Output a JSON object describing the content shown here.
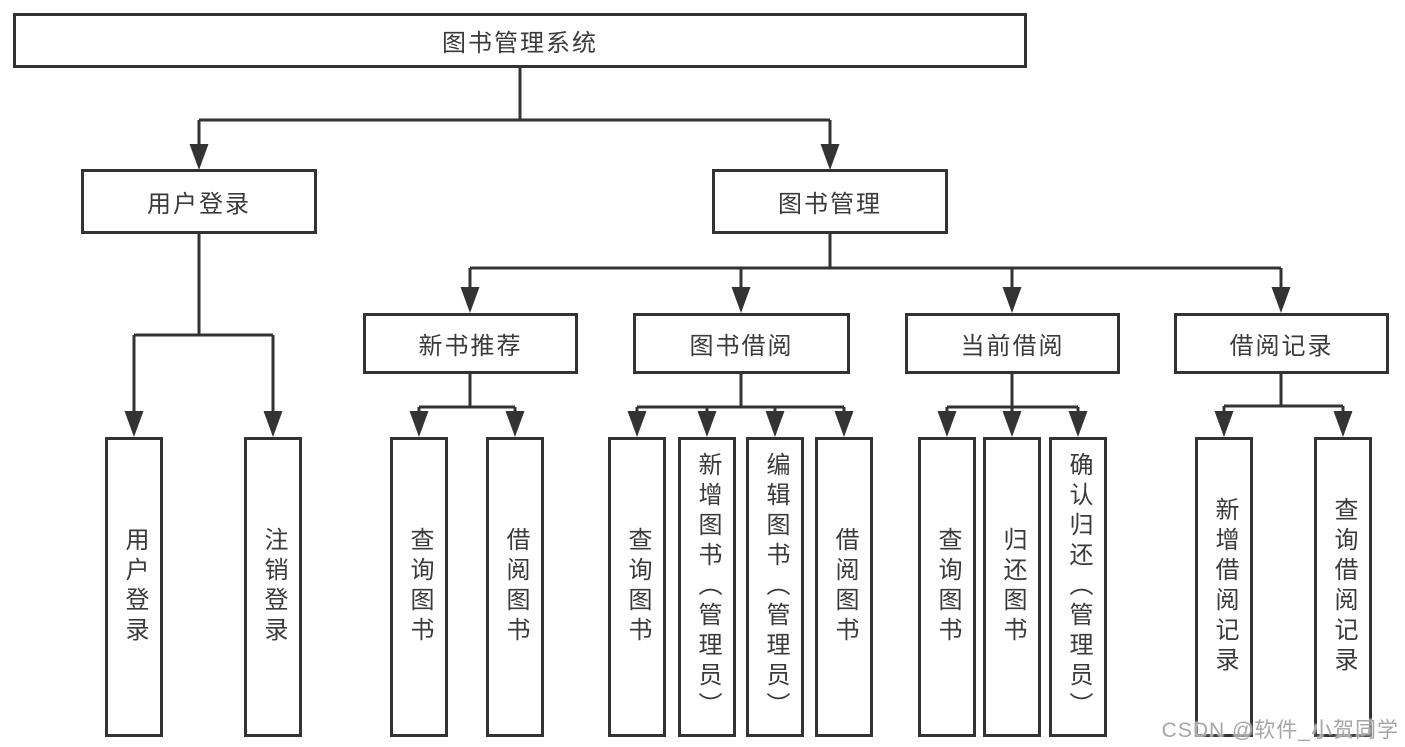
{
  "colors": {
    "line": "#333333",
    "box_border": "#333333",
    "text": "#3a3a3a",
    "background": "#ffffff",
    "watermark": "#a6a6a6"
  },
  "watermark": "CSDN @软件_小贺同学",
  "tree": {
    "label": "图书管理系统",
    "children": [
      {
        "label": "用户登录",
        "children": [
          {
            "label": "用户登录"
          },
          {
            "label": "注销登录"
          }
        ]
      },
      {
        "label": "图书管理",
        "children": [
          {
            "label": "新书推荐",
            "children": [
              {
                "label": "查询图书"
              },
              {
                "label": "借阅图书"
              }
            ]
          },
          {
            "label": "图书借阅",
            "children": [
              {
                "label": "查询图书"
              },
              {
                "label": "新增图书（管理员）"
              },
              {
                "label": "编辑图书（管理员）"
              },
              {
                "label": "借阅图书"
              }
            ]
          },
          {
            "label": "当前借阅",
            "children": [
              {
                "label": "查询图书"
              },
              {
                "label": "归还图书"
              },
              {
                "label": "确认归还（管理员）"
              }
            ]
          },
          {
            "label": "借阅记录",
            "children": [
              {
                "label": "新增借阅记录"
              },
              {
                "label": "查询借阅记录"
              }
            ]
          }
        ]
      }
    ]
  }
}
